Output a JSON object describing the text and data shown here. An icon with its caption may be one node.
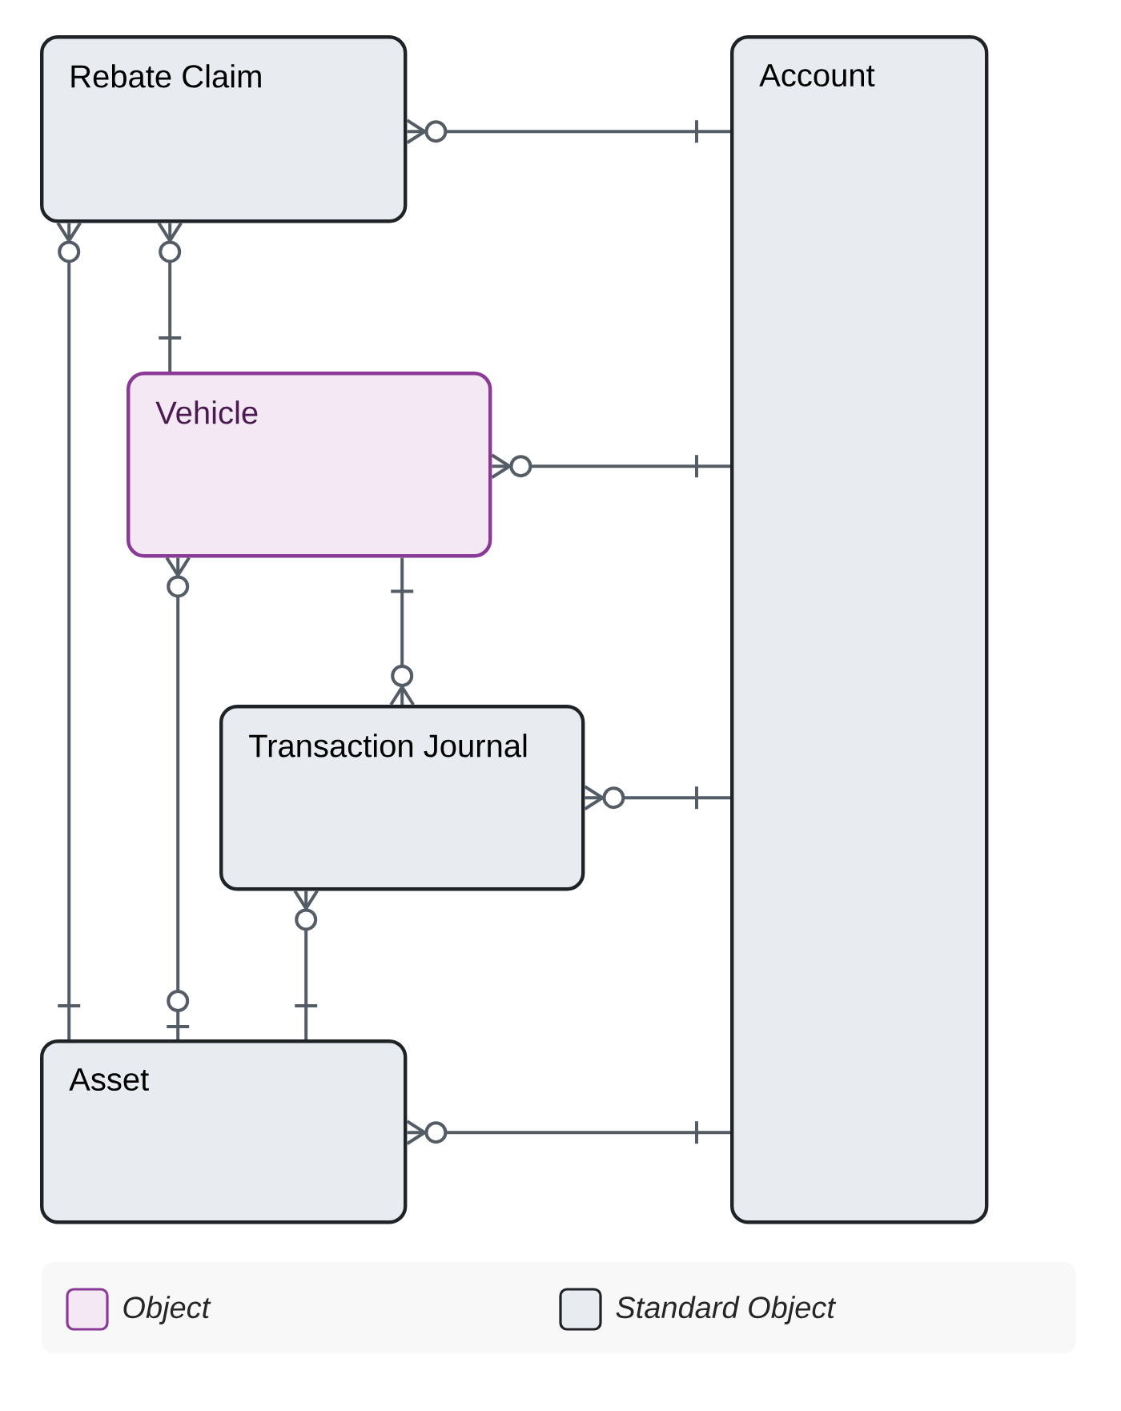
{
  "diagram": {
    "nodes": [
      {
        "text": [
          "Rebate Claim"
        ]
      },
      {
        "text": [
          "Account"
        ]
      },
      {
        "text": [
          "Vehicle"
        ]
      },
      {
        "text": [
          "Transaction Journal"
        ]
      },
      {
        "text": [
          "Asset"
        ]
      }
    ],
    "edges": [
      {
        "from": 0,
        "to": 1,
        "arrow": "other"
      },
      {
        "from": 0,
        "to": 4,
        "arrow": "other"
      },
      {
        "from": 0,
        "to": 2,
        "arrow": "other"
      },
      {
        "from": 2,
        "to": 1,
        "arrow": "other"
      },
      {
        "from": 2,
        "to": 4,
        "arrow": "other"
      },
      {
        "from": 2,
        "to": 3,
        "arrow": "other"
      },
      {
        "from": 3,
        "to": 1,
        "arrow": "other"
      },
      {
        "from": 3,
        "to": 4,
        "arrow": "other"
      },
      {
        "from": 4,
        "to": 1,
        "arrow": "other"
      }
    ],
    "legend": [
      {
        "text": "Object",
        "color": "#f3e8f4"
      },
      {
        "text": "Standard Object",
        "color": "#e8ebef"
      }
    ]
  }
}
